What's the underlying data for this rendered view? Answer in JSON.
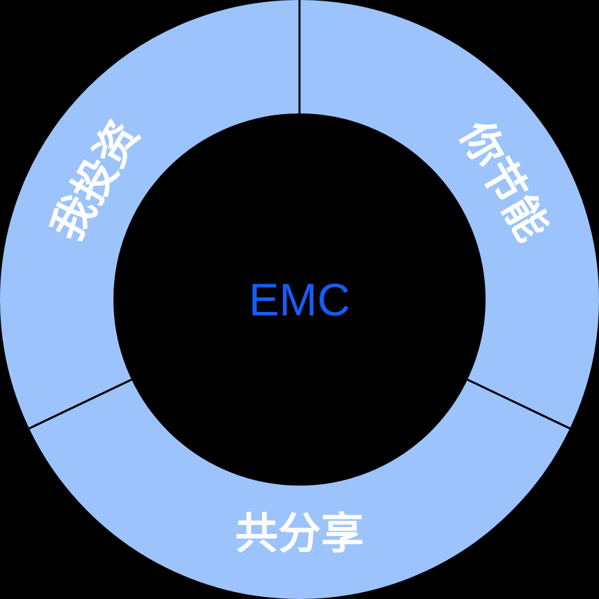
{
  "diagram": {
    "type": "donut-concept-diagram",
    "center_label": "EMC",
    "segments": [
      {
        "label": "你节能",
        "position": "upper-right",
        "start_angle_deg": 0,
        "end_angle_deg": 115.5
      },
      {
        "label": "共分享",
        "position": "bottom",
        "start_angle_deg": 115.5,
        "end_angle_deg": 244.5
      },
      {
        "label": "我投资",
        "position": "upper-left",
        "start_angle_deg": 244.5,
        "end_angle_deg": 360
      }
    ],
    "colors": {
      "background": "#000000",
      "ring": "#9CC3FC",
      "divider": "#000000",
      "segment_label": "#FFFFFF",
      "center_label": "#165DF8"
    }
  }
}
